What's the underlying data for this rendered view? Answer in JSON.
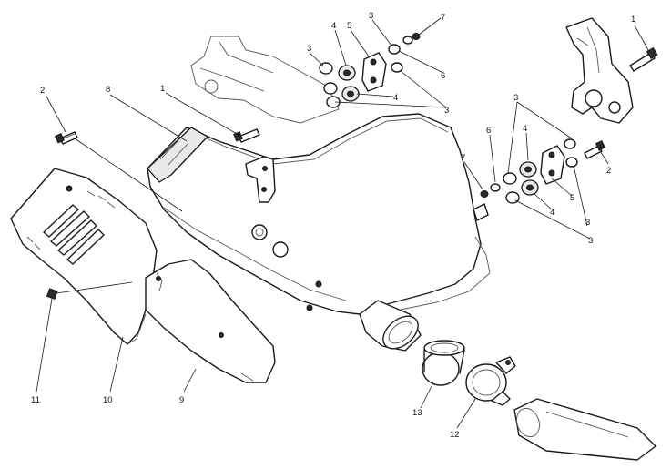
{
  "diagram": {
    "callouts": [
      {
        "id": "c1a",
        "label": "1"
      },
      {
        "id": "c1b",
        "label": "1"
      },
      {
        "id": "c2a",
        "label": "2"
      },
      {
        "id": "c2b",
        "label": "2"
      },
      {
        "id": "c3a",
        "label": "3"
      },
      {
        "id": "c3b",
        "label": "3"
      },
      {
        "id": "c3c",
        "label": "3"
      },
      {
        "id": "c3d",
        "label": "3"
      },
      {
        "id": "c3e",
        "label": "3"
      },
      {
        "id": "c3f",
        "label": "3"
      },
      {
        "id": "c4a",
        "label": "4"
      },
      {
        "id": "c4b",
        "label": "4"
      },
      {
        "id": "c4c",
        "label": "4"
      },
      {
        "id": "c4d",
        "label": "4"
      },
      {
        "id": "c5a",
        "label": "5"
      },
      {
        "id": "c5b",
        "label": "5"
      },
      {
        "id": "c6a",
        "label": "6"
      },
      {
        "id": "c6b",
        "label": "6"
      },
      {
        "id": "c7a",
        "label": "7"
      },
      {
        "id": "c7b",
        "label": "7"
      },
      {
        "id": "c8",
        "label": "8"
      },
      {
        "id": "c9",
        "label": "9"
      },
      {
        "id": "c10",
        "label": "10"
      },
      {
        "id": "c11",
        "label": "11"
      },
      {
        "id": "c12",
        "label": "12"
      },
      {
        "id": "c13",
        "label": "13"
      }
    ]
  }
}
